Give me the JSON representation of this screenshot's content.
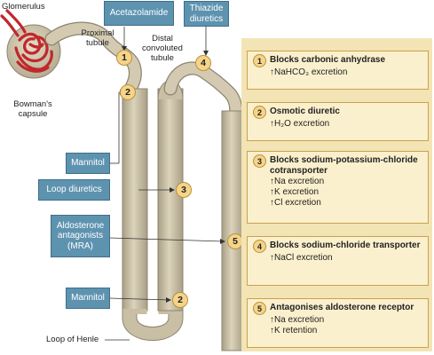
{
  "labels": {
    "glomerulus": "Glomerulus",
    "proximal_tubule": "Proximal\ntubule",
    "bowmans_capsule": "Bowman's\ncapsule",
    "distal_tubule": "Distal\nconvoluted\ntubule",
    "loop_of_henle": "Loop of Henle"
  },
  "drugs": {
    "acetazolamide": "Acetazolamide",
    "thiazide": "Thiazide\ndiuretics",
    "mannitol_top": "Mannitol",
    "loop_diuretics": "Loop diuretics",
    "aldosterone": "Aldosterone\nantagonists\n(MRA)",
    "mannitol_bottom": "Mannitol"
  },
  "markers": {
    "acetazolamide": "1",
    "mannitol_top": "2",
    "thiazide": "4",
    "loop_diuretics": "3",
    "aldosterone": "5",
    "mannitol_bottom": "2"
  },
  "info_boxes": [
    {
      "num": "1",
      "title": "Blocks carbonic anhydrase",
      "effects": [
        "↑NaHCO₃ excretion"
      ]
    },
    {
      "num": "2",
      "title": "Osmotic diuretic",
      "effects": [
        "↑H₂O excretion"
      ]
    },
    {
      "num": "3",
      "title": "Blocks sodium-potassium-chloride cotransporter",
      "effects": [
        "↑Na excretion",
        "↑K excretion",
        "↑Cl excretion"
      ]
    },
    {
      "num": "4",
      "title": "Blocks sodium-chloride transporter",
      "effects": [
        "↑NaCl excretion"
      ]
    },
    {
      "num": "5",
      "title": "Antagonises aldosterone receptor",
      "effects": [
        "↑Na excretion",
        "↑K retention"
      ]
    }
  ],
  "colors": {
    "tubule": "#c9bfa5",
    "tubule_edge": "#8d8470",
    "glomerulus": "#c0282c",
    "drug_box": "#5e93b0",
    "marker": "#f5d48a",
    "panel": "#f3e4b5",
    "info_box": "#fbf0cd"
  }
}
